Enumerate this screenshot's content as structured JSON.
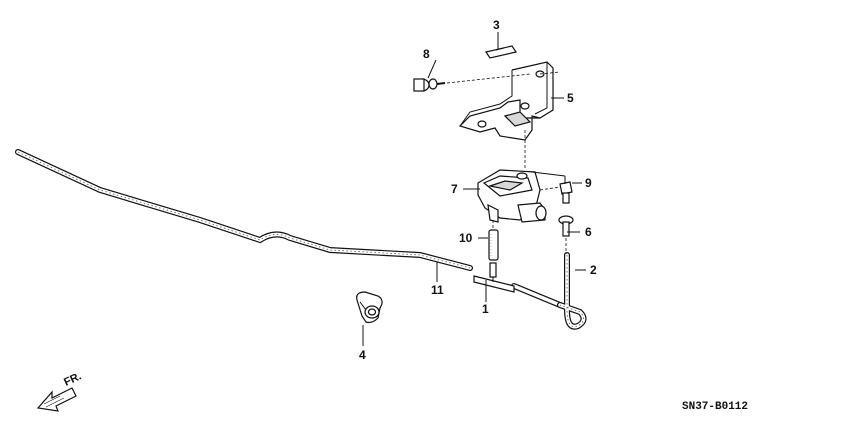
{
  "callouts": {
    "p1": "1",
    "p2": "2",
    "p3": "3",
    "p4": "4",
    "p5": "5",
    "p6": "6",
    "p7": "7",
    "p8": "8",
    "p9": "9",
    "p10": "10",
    "p11": "11"
  },
  "direction_label": "FR.",
  "diagram_code": "SN37-B0112"
}
